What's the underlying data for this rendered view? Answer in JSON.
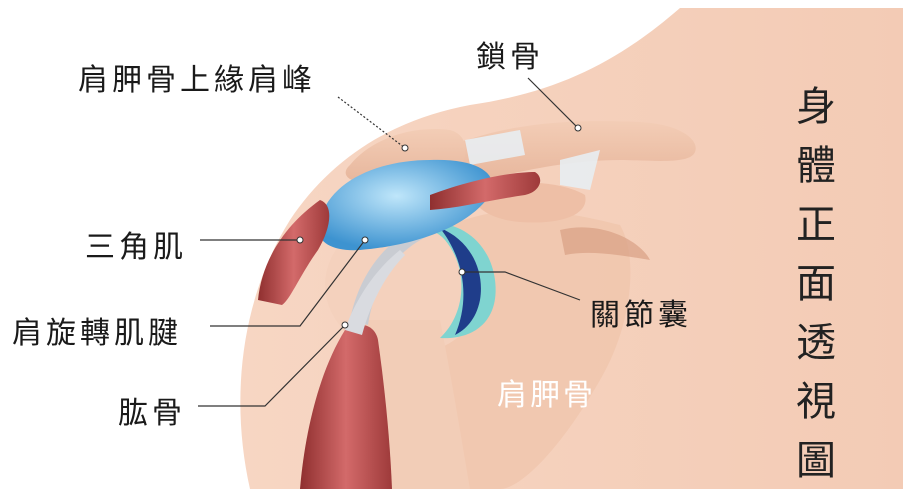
{
  "labels": {
    "acromion": "肩胛骨上緣肩峰",
    "clavicle": "鎖骨",
    "deltoid": "三角肌",
    "rotator_cuff": "肩旋轉肌腱",
    "humerus": "肱骨",
    "joint_capsule": "關節囊",
    "scapula": "肩胛骨"
  },
  "title_vertical": [
    "身",
    "體",
    "正",
    "面",
    "透",
    "視",
    "圖"
  ],
  "colors": {
    "skin": "#f6d2bd",
    "bone": "#f0c9b0",
    "muscle": "#b84b4b",
    "bursa": "#5fb0e0",
    "capsule": "#1f3d8a",
    "leader": "#333333"
  }
}
